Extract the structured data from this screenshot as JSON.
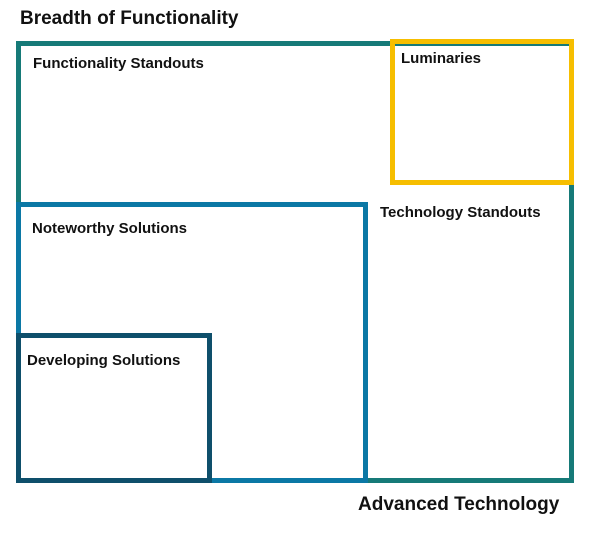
{
  "axes": {
    "y_label": "Breadth of Functionality",
    "x_label": "Advanced Technology"
  },
  "quadrants": {
    "functionality_standouts": "Functionality Standouts",
    "luminaries": "Luminaries",
    "technology_standouts": "Technology Standouts",
    "noteworthy_solutions": "Noteworthy Solutions",
    "developing_solutions": "Developing Solutions"
  },
  "colors": {
    "outer_border": "#167a78",
    "luminaries_border": "#f6be00",
    "noteworthy_border": "#0b78a5",
    "developing_border": "#0e4f6b",
    "text": "#111111"
  }
}
